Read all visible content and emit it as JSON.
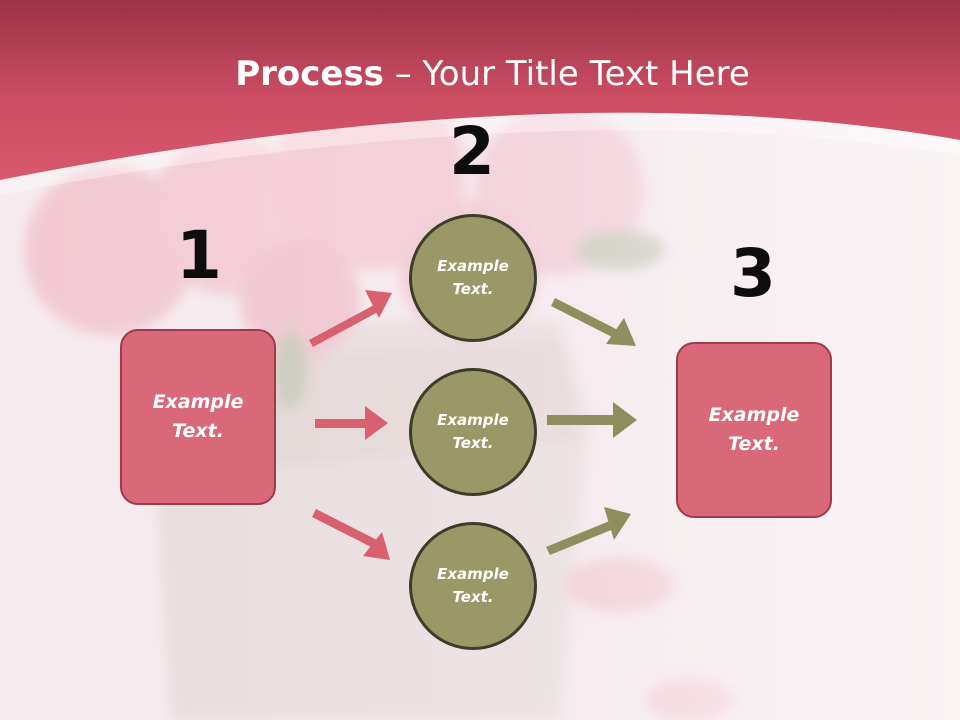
{
  "title": {
    "bold": "Process",
    "rest": " – Your Title Text Here"
  },
  "steps": {
    "one": "1",
    "two": "2",
    "three": "3"
  },
  "left_box": {
    "line1": "Example",
    "line2": "Text."
  },
  "right_box": {
    "line1": "Example",
    "line2": "Text."
  },
  "circles": [
    {
      "line1": "Example",
      "line2": "Text."
    },
    {
      "line1": "Example",
      "line2": "Text."
    },
    {
      "line1": "Example",
      "line2": "Text."
    }
  ],
  "colors": {
    "header": "#d2566a",
    "box_fill": "#d96878",
    "circle_fill": "#9a9866",
    "pink_arrow": "#d8606f",
    "olive_arrow": "#8e8e5e"
  }
}
